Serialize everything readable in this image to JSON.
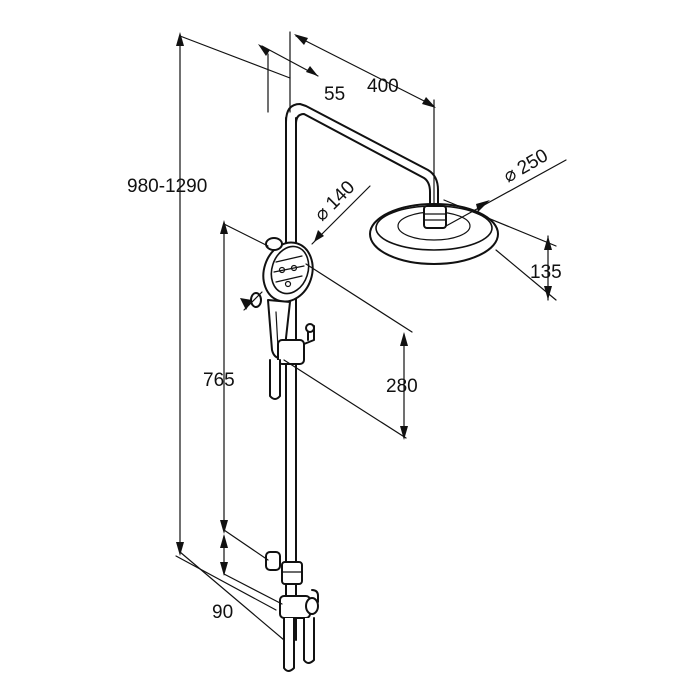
{
  "dimensions": {
    "total_height": "980-1290",
    "rail_length": "765",
    "arm_offset": "55",
    "arm_projection": "400",
    "head_diameter": "250",
    "head_height": "135",
    "hand_diameter": "140",
    "hand_height": "280",
    "bottom_offset": "90"
  },
  "symbols": {
    "diameter": "⌀"
  },
  "colors": {
    "line": "#111111",
    "background": "#ffffff"
  }
}
